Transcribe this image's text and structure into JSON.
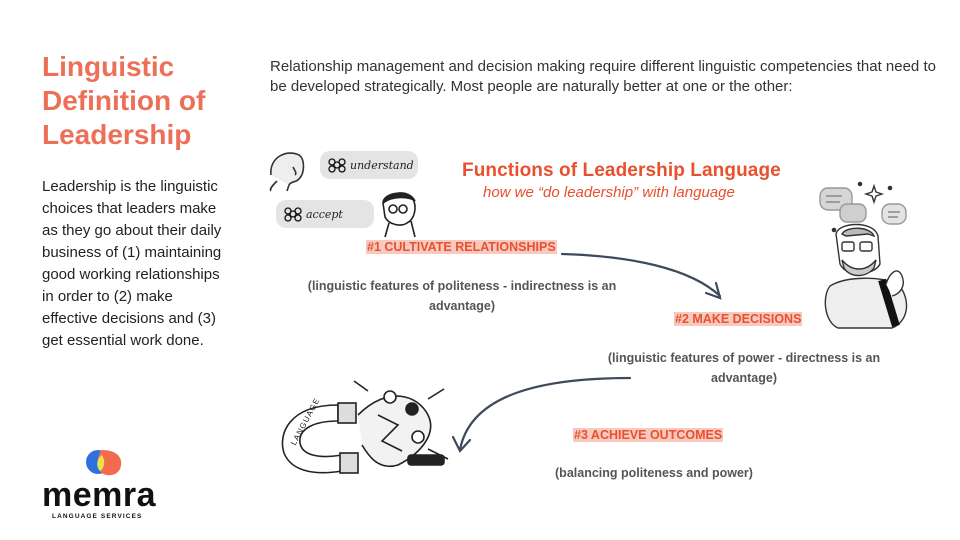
{
  "slide": {
    "title": "Linguistic Definition of Leadership",
    "body": "Leadership is the linguistic choices that leaders make as they go about their daily business of (1) maintaining good working relationships in order to (2) make effective decisions and (3) get essential work done.",
    "intro": "Relationship management and decision making require different linguistic competencies that need to be developed strategically. Most people are naturally better at one or the other:"
  },
  "diagram": {
    "title": "Functions of Leadership Language",
    "subtitle": "how we “do leadership” with language",
    "bubbles": [
      "understand",
      "accept"
    ],
    "magnet_text": "LANGUAGE",
    "steps": [
      {
        "title": "#1  CULTIVATE RELATIONSHIPS",
        "desc": "(linguistic features of politeness - indirectness is an advantage)"
      },
      {
        "title": "#2  MAKE DECISIONS",
        "desc": "(linguistic features of power - directness is an advantage)"
      },
      {
        "title": "#3  ACHIEVE OUTCOMES",
        "desc": "(balancing politeness and power)"
      }
    ]
  },
  "logo": {
    "name": "memra",
    "tagline": "LANGUAGE SERVICES",
    "colors": {
      "orange": "#f26b4f",
      "blue": "#2f6fe0",
      "yellow": "#e6e24a"
    }
  },
  "colors": {
    "accent": "#ee6f57",
    "diagram_accent": "#e8502e",
    "arrow": "#3e4a5c"
  }
}
